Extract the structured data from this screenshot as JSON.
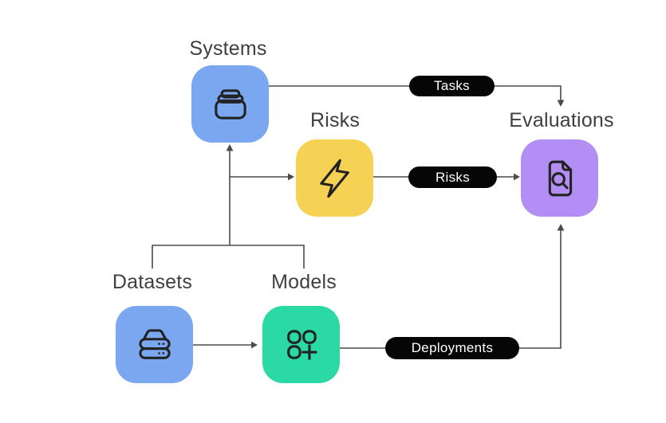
{
  "diagram": {
    "background": "#ffffff",
    "nodes": [
      {
        "id": "systems",
        "label": "Systems",
        "color": "#7aa7f0",
        "icon": "archive-box-icon"
      },
      {
        "id": "risks",
        "label": "Risks",
        "color": "#f6d254",
        "icon": "lightning-bolt-icon"
      },
      {
        "id": "evaluations",
        "label": "Evaluations",
        "color": "#b38ef4",
        "icon": "document-search-icon"
      },
      {
        "id": "datasets",
        "label": "Datasets",
        "color": "#7aa7f0",
        "icon": "database-stack-icon"
      },
      {
        "id": "models",
        "label": "Models",
        "color": "#2bd9a4",
        "icon": "grid-add-icon"
      }
    ],
    "edges": [
      {
        "from": "systems",
        "to": "evaluations",
        "label": "Tasks"
      },
      {
        "from": "risks",
        "to": "evaluations",
        "label": "Risks"
      },
      {
        "from": "models",
        "to": "evaluations",
        "label": "Deployments"
      },
      {
        "from": "datasets",
        "to": "models",
        "label": ""
      },
      {
        "from": "datasets-models-junction",
        "to": "systems",
        "label": ""
      },
      {
        "from": "datasets-models-junction",
        "to": "risks",
        "label": ""
      }
    ],
    "colors": {
      "line": "#4b4b4b",
      "label_text": "#3f3f3f",
      "pill_bg": "#060606",
      "pill_text": "#ffffff",
      "icon_stroke": "#222222"
    }
  }
}
